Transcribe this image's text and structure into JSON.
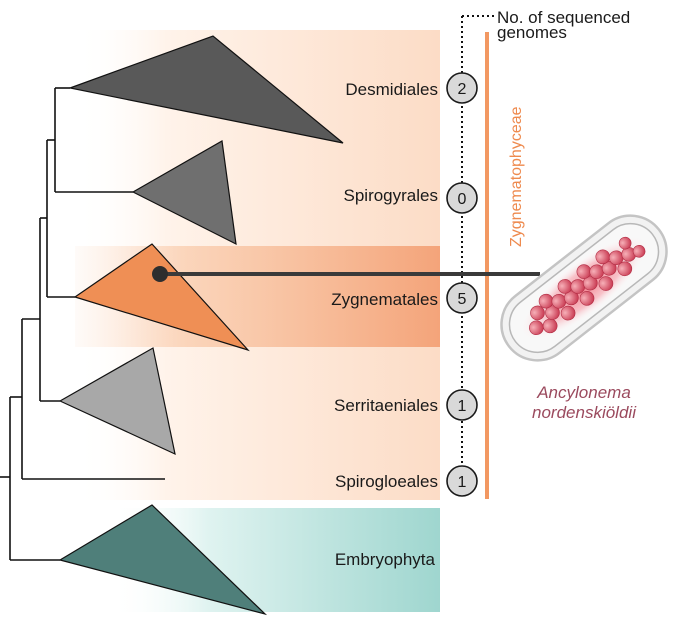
{
  "legend": {
    "line1": "No. of sequenced",
    "line2": "genomes"
  },
  "group_label": "Zygnematophyceae",
  "clades": [
    {
      "name": "Desmidiales",
      "count": "2"
    },
    {
      "name": "Spirogyrales",
      "count": "0"
    },
    {
      "name": "Zygnematales",
      "count": "5"
    },
    {
      "name": "Serritaeniales",
      "count": "1"
    },
    {
      "name": "Spirogloeales",
      "count": "1"
    }
  ],
  "outgroup": {
    "name": "Embryophyta"
  },
  "species": {
    "line1": "Ancylonema",
    "line2": "nordenskiöldii"
  },
  "colors": {
    "desmidiales": "#595959",
    "spirogyrales": "#6f6f6f",
    "zygnematales": "#ef8f55",
    "serritaeniales": "#a8a8a8",
    "embryophyta": "#4f7f7a",
    "group_band": "#f29862",
    "highlight": "#f4a77a",
    "outgroup_band": "#9ed6cf",
    "species_text": "#9b4a5e"
  }
}
